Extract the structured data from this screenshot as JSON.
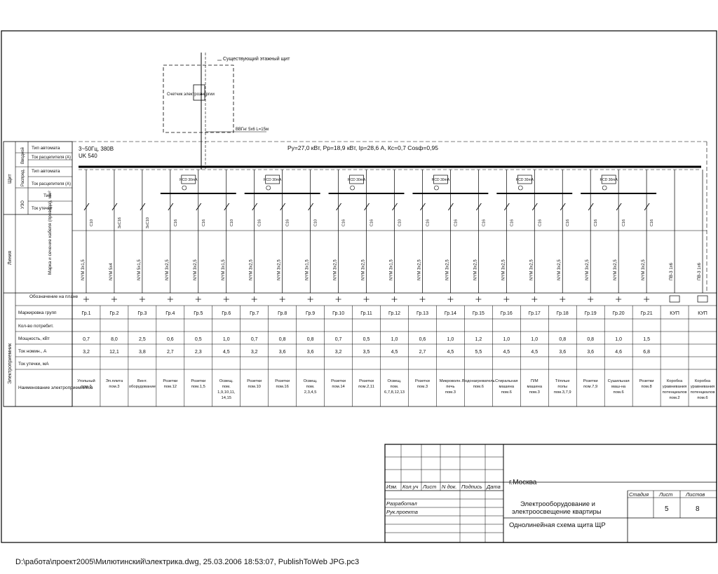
{
  "supply": {
    "network": "3~50Гц, 380В",
    "cable_code": "UK 540",
    "params": "Ру=27,0 кВт,   Рр=18,9 кВт,   Iр=28,6 А,   Кс=0,7  Cosф=0,95",
    "entry_label": "Существующий этажный щит",
    "meter_label": "Счетчик электроэнергии",
    "feeder_cable": "ВВГнг 5х6 L=15м"
  },
  "left_labels": {
    "side_shield": "Щит",
    "side_line": "Линия",
    "side_receiver": "Электроприемник",
    "sub_input": "Вводной",
    "sub_distrib": "Распред.",
    "sub_uzo": "УЗО",
    "row_type_auto": "Тип автомата",
    "row_current_setting": "Ток расцепителя (А)",
    "row_type_auto2": "Тип автомата",
    "row_current_setting2": "Ток расцепителя (А)",
    "row_uzo_type": "Тип",
    "row_uzo_leak": "Ток утечки",
    "row_cable": "Марка и сечение кабеля (провода), мм²",
    "row_symbol": "Обозначение на плане",
    "row_group": "Маркировка групп",
    "row_count": "Кол-во потребит.",
    "row_power": "Мощность, кВт",
    "row_current": "Ток номин., А",
    "row_leak": "Ток утечки, мА",
    "row_name": "Наименование электроприемников"
  },
  "groups": [
    {
      "label": "Гр.1",
      "power": "0,7",
      "current": "3,2",
      "name": "Угольный пом.3",
      "cable": "NYM 3х1,5",
      "breaker": "C10"
    },
    {
      "label": "Гр.2",
      "power": "8,0",
      "current": "12,1",
      "name": "Эл.плита пом.3",
      "cable": "NYM 5х4",
      "breaker": "3хC16"
    },
    {
      "label": "Гр.3",
      "power": "2,5",
      "current": "3,8",
      "name": "Вент. оборудование",
      "cable": "NYM 5х1,5",
      "breaker": "3хC10"
    },
    {
      "label": "Гр.4",
      "power": "0,6",
      "current": "2,7",
      "name": "Розетки пом.12",
      "cable": "NYM 3х2,5",
      "breaker": "C16"
    },
    {
      "label": "Гр.5",
      "power": "0,5",
      "current": "2,3",
      "name": "Розетки пом.1,5",
      "cable": "NYM 3х2,5",
      "breaker": "C16"
    },
    {
      "label": "Гр.6",
      "power": "1,0",
      "current": "4,5",
      "name": "Освещ. пом. 1,9,10,11, 14,15",
      "cable": "NYM 3х1,5",
      "breaker": "C10"
    },
    {
      "label": "Гр.7",
      "power": "0,7",
      "current": "3,2",
      "name": "Розетки пом.10",
      "cable": "NYM 3х2,5",
      "breaker": "C16"
    },
    {
      "label": "Гр.8",
      "power": "0,8",
      "current": "3,6",
      "name": "Розетки пом.16",
      "cable": "NYM 3х2,5",
      "breaker": "C16"
    },
    {
      "label": "Гр.9",
      "power": "0,8",
      "current": "3,6",
      "name": "Освещ. пом. 2,3,4,5",
      "cable": "NYM 3х1,5",
      "breaker": "C10"
    },
    {
      "label": "Гр.10",
      "power": "0,7",
      "current": "3,2",
      "name": "Розетки пом.14",
      "cable": "NYM 3х2,5",
      "breaker": "C16"
    },
    {
      "label": "Гр.11",
      "power": "0,5",
      "current": "3,5",
      "name": "Розетки пом.2,11",
      "cable": "NYM 3х2,5",
      "breaker": "C16"
    },
    {
      "label": "Гр.12",
      "power": "1,0",
      "current": "4,5",
      "name": "Освещ. пом. 6,7,8,12,13",
      "cable": "NYM 3х1,5",
      "breaker": "C10"
    },
    {
      "label": "Гр.13",
      "power": "0,6",
      "current": "2,7",
      "name": "Розетки пом.3",
      "cable": "NYM 3х2,5",
      "breaker": "C16"
    },
    {
      "label": "Гр.14",
      "power": "1,0",
      "current": "4,5",
      "name": "Микроволн. печь пом.3",
      "cable": "NYM 3х2,5",
      "breaker": "C16"
    },
    {
      "label": "Гр.15",
      "power": "1,2",
      "current": "5,5",
      "name": "Водонагреватель пом.6",
      "cable": "NYM 3х2,5",
      "breaker": "C16"
    },
    {
      "label": "Гр.16",
      "power": "1,0",
      "current": "4,5",
      "name": "Стиральная машина пом.6",
      "cable": "NYM 3х2,5",
      "breaker": "C16"
    },
    {
      "label": "Гр.17",
      "power": "1,0",
      "current": "4,5",
      "name": "П/М машина пом.3",
      "cable": "NYM 3х2,5",
      "breaker": "C16"
    },
    {
      "label": "Гр.18",
      "power": "0,8",
      "current": "3,6",
      "name": "Тёплые полы пом.3,7,9",
      "cable": "NYM 3х2,5",
      "breaker": "C16"
    },
    {
      "label": "Гр.19",
      "power": "0,8",
      "current": "3,6",
      "name": "Розетки пом.7,9",
      "cable": "NYM 3х2,5",
      "breaker": "C16"
    },
    {
      "label": "Гр.20",
      "power": "1,0",
      "current": "4,6",
      "name": "Сушильная маш-на пом.6",
      "cable": "NYM 3х2,5",
      "breaker": "C16"
    },
    {
      "label": "Гр.21",
      "power": "1,5",
      "current": "6,8",
      "name": "Розетки пом.8",
      "cable": "NYM 3х2,5",
      "breaker": "C16"
    },
    {
      "label": "КУП",
      "power": "",
      "current": "",
      "name": "Коробка уравнивания потенциалов пом.2",
      "cable": "ПВ-3 1х6",
      "breaker": ""
    },
    {
      "label": "КУП",
      "power": "",
      "current": "",
      "name": "Коробка уравнивания потенциалов пом.6",
      "cable": "ПВ-3 1х6",
      "breaker": ""
    }
  ],
  "uzo_blocks": [
    {
      "label": "RCD 30mA"
    },
    {
      "label": "RCD 30mA"
    },
    {
      "label": "RCD 30mA"
    },
    {
      "label": "RCD 30mA"
    },
    {
      "label": "RCD 30mA"
    },
    {
      "label": "RCD 30mA"
    }
  ],
  "stamp": {
    "headers": [
      "Изм.",
      "Кол.уч",
      "Лист",
      "N док.",
      "Подпись",
      "Дата"
    ],
    "role_developed": "Разработал",
    "role_head": "Рук.проекта",
    "city": "г.Москва",
    "title_main": "Электрооборудование и электроосвещение квартиры",
    "title_sheet": "Однолинейная схема щита ЩР",
    "col_stage": "Стадия",
    "col_sheet": "Лист",
    "col_sheets": "Листов",
    "sheet_no": "5",
    "sheets_total": "8"
  },
  "footer": "D:\\работа\\проект2005\\Милютинский\\электрика.dwg, 25.03.2006 18:53:07, PublishToWeb JPG.pc3"
}
